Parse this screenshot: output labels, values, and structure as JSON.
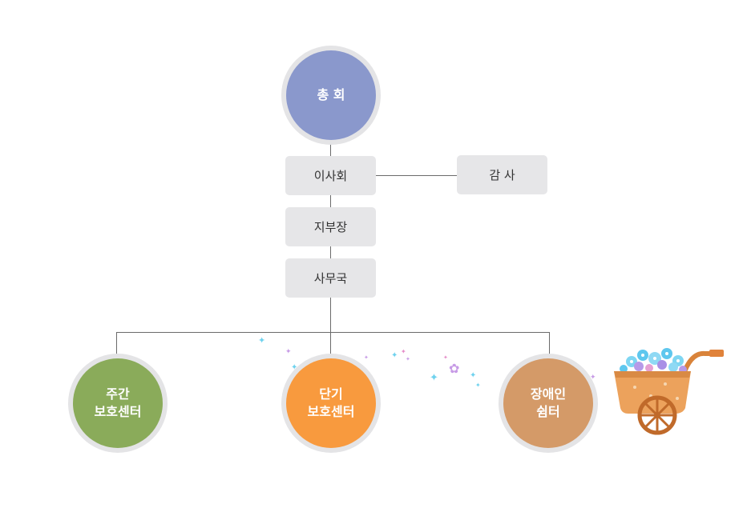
{
  "org_chart": {
    "general_assembly": {
      "label": "총 회",
      "color": "#8a98cc"
    },
    "board": {
      "label": "이사회"
    },
    "auditor": {
      "label": "감 사"
    },
    "branch_head": {
      "label": "지부장"
    },
    "secretariat": {
      "label": "사무국"
    },
    "centers": [
      {
        "line1": "주간",
        "line2": "보호센터",
        "color": "#8aab5a"
      },
      {
        "line1": "단기",
        "line2": "보호센터",
        "color": "#f89a3e"
      },
      {
        "line1": "장애인",
        "line2": "쉼터",
        "color": "#d49a68"
      }
    ]
  },
  "decoration": {
    "icon": "flower-cart-icon"
  }
}
